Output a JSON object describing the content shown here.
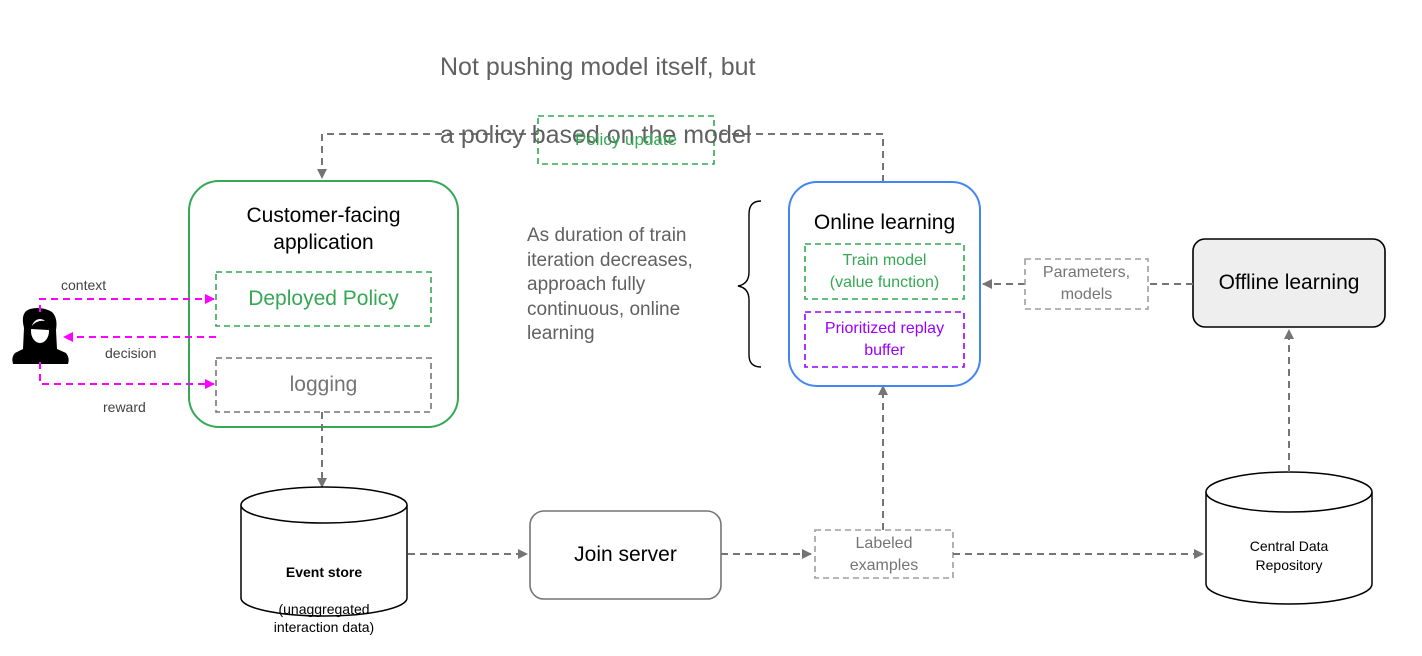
{
  "title": {
    "line1": "Not pushing model itself, but",
    "line2": "a policy based on the model"
  },
  "policy_update": "Policy update",
  "customer_app": {
    "title": "Customer-facing\napplication",
    "deployed_policy": "Deployed Policy",
    "logging": "logging"
  },
  "user_flows": {
    "context": "context",
    "decision": "decision",
    "reward": "reward"
  },
  "note": "As duration of train\niteration decreases,\napproach fully\ncontinuous, online\nlearning",
  "online_learning": {
    "title": "Online learning",
    "train_model": "Train model\n(value function)",
    "replay_buffer": "Prioritized replay\nbuffer"
  },
  "parameters": "Parameters,\nmodels",
  "offline_learning": "Offline learning",
  "event_store": {
    "title": "Event store",
    "subtitle": "(unaggregated\ninteraction data)"
  },
  "join_server": "Join server",
  "labeled_examples": "Labeled\nexamples",
  "central_repo": "Central Data\nRepository",
  "colors": {
    "green": "#34a853",
    "blue": "#4285f4",
    "magenta": "#ff00ff",
    "purple": "#9900ff",
    "gray": "#757575",
    "text_gray": "#616161"
  }
}
